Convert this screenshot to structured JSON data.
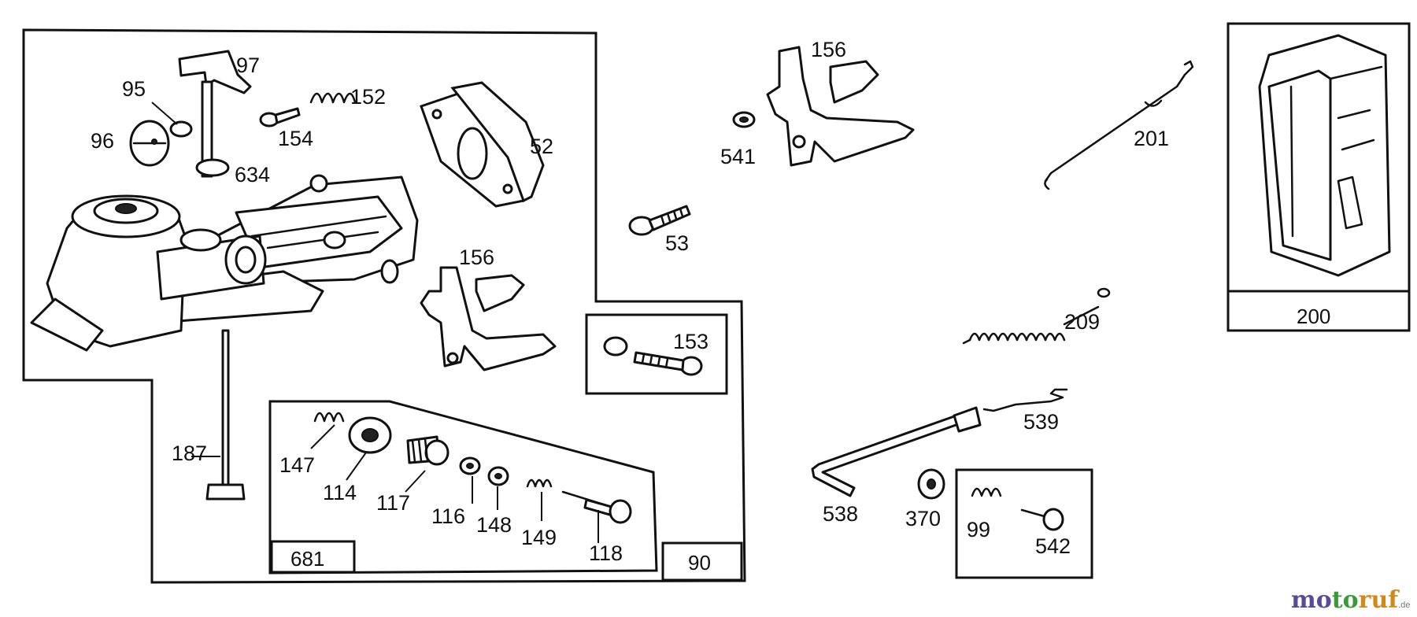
{
  "colors": {
    "ink": "#111111",
    "background": "#ffffff",
    "watermark_purple": "#5a4a9a",
    "watermark_gray": "#777777"
  },
  "callouts": {
    "p95": "95",
    "p97": "97",
    "p96": "96",
    "p152": "152",
    "p154": "154",
    "p634": "634",
    "p52": "52",
    "p156a": "156",
    "p156b": "156",
    "p541": "541",
    "p53": "53",
    "p153": "153",
    "p187": "187",
    "p147": "147",
    "p114": "114",
    "p117": "117",
    "p116": "116",
    "p148": "148",
    "p149": "149",
    "p118": "118",
    "p201": "201",
    "p209": "209",
    "p539": "539",
    "p538": "538",
    "p370": "370",
    "p99": "99",
    "p542": "542"
  },
  "kit_boxes": {
    "kit_681": "681",
    "kit_90": "90",
    "kit_200": "200"
  },
  "watermark": {
    "brand_mo": "mo",
    "brand_to": "to",
    "brand_ruf": "ruf",
    "tld": ".de"
  }
}
